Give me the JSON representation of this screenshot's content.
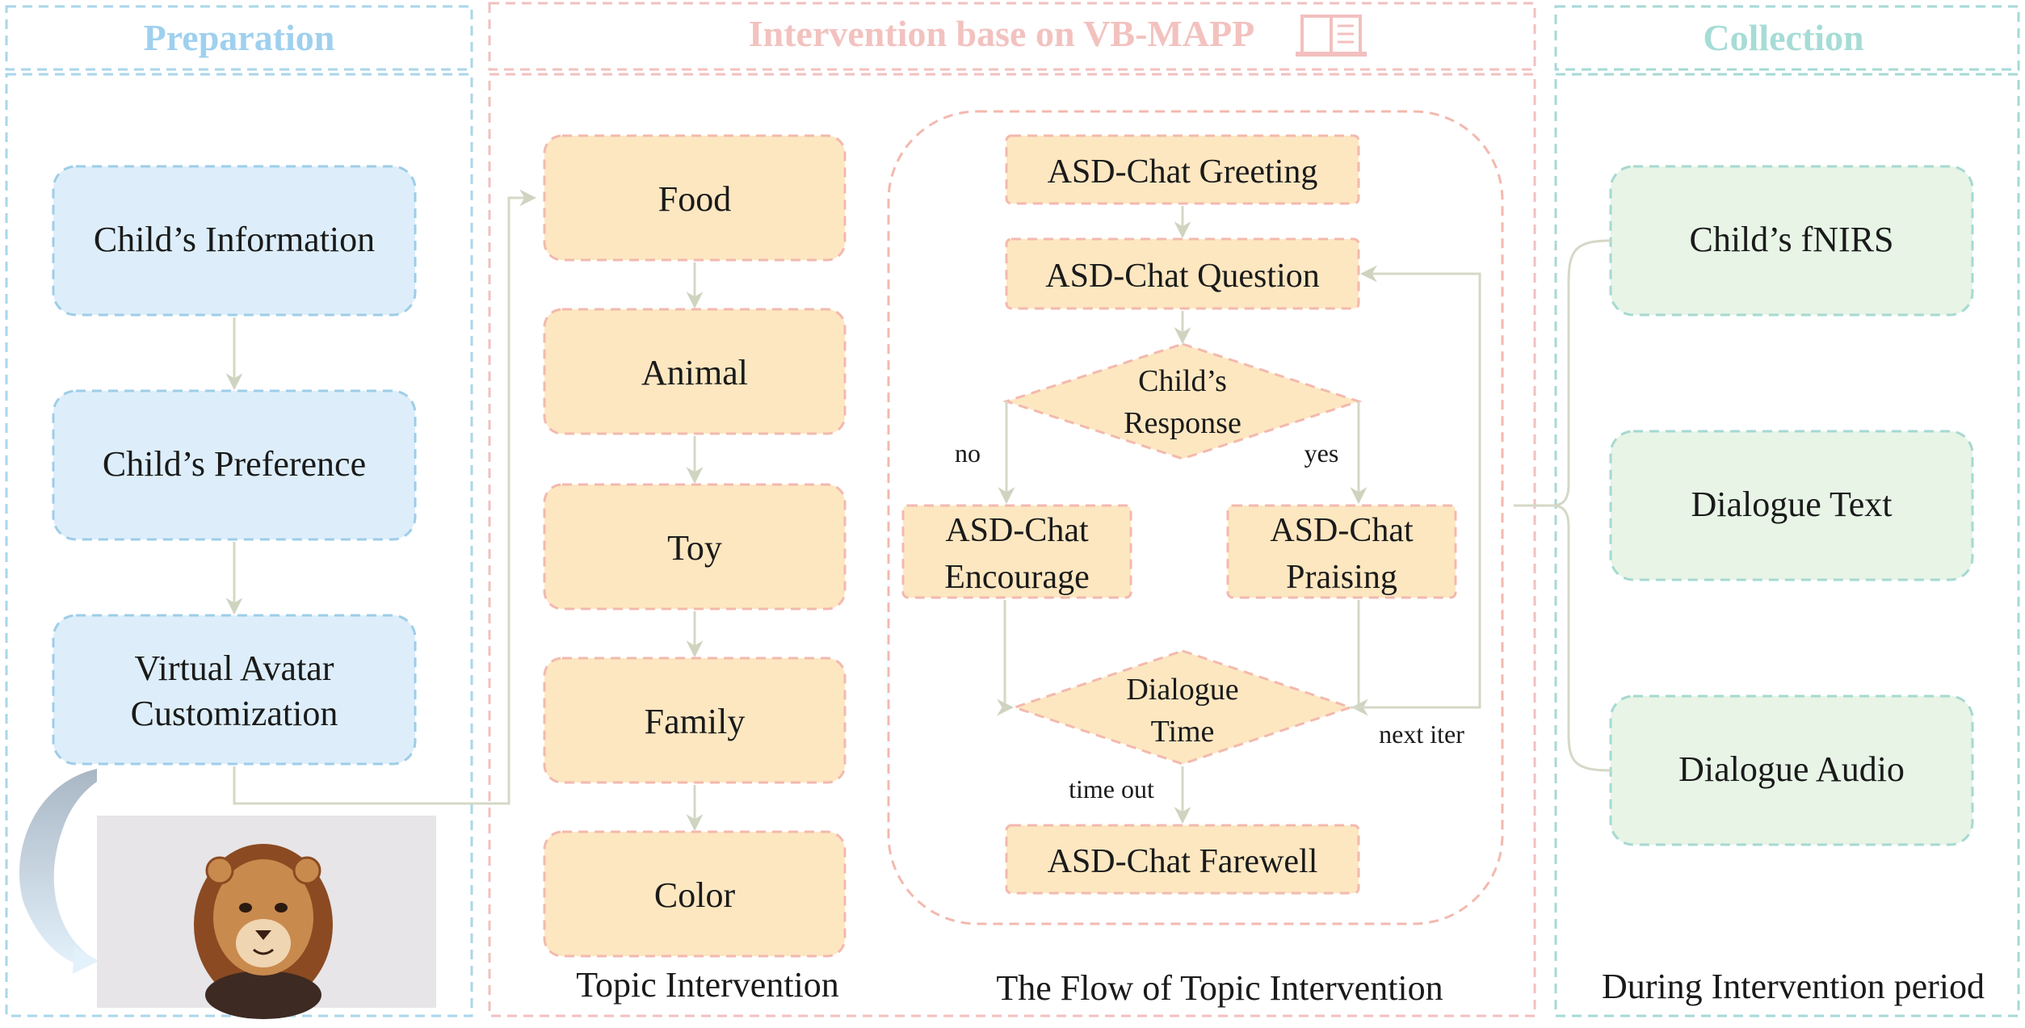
{
  "panels": {
    "preparation": {
      "title": "Preparation",
      "title_color": "#9fd0ee",
      "border_color": "#a9d6ea",
      "box_fill": "#ddeefa",
      "box_border": "#9ecde8",
      "items": [
        "Child’s Information",
        "Child’s Preference",
        "Virtual Avatar|Customization"
      ],
      "avatar_icon": "lion-avatar"
    },
    "intervention": {
      "title": "Intervention base on VB-MAPP",
      "title_color": "#f2c2bf",
      "border_color": "#f2c0bf",
      "book_icon": "book-icon",
      "topics": [
        "Food",
        "Animal",
        "Toy",
        "Family",
        "Color"
      ],
      "topic_caption": "Topic Intervention",
      "flow_caption": "The Flow of Topic Intervention",
      "box_fill": "#fde7c1",
      "box_border": "#f3b9ae",
      "flow": {
        "greeting": "ASD-Chat Greeting",
        "question": "ASD-Chat Question",
        "response": "Child’s|Response",
        "no_label": "no",
        "yes_label": "yes",
        "encourage": "ASD-Chat|Encourage",
        "praising": "ASD-Chat|Praising",
        "dialogue_time": "Dialogue|Time",
        "next_iter": "next iter",
        "time_out": "time out",
        "farewell": "ASD-Chat Farewell"
      }
    },
    "collection": {
      "title": "Collection",
      "title_color": "#a7dcd6",
      "border_color": "#a6d9d6",
      "box_fill": "#e7f4e6",
      "box_border": "#a6d9d1",
      "items": [
        "Child’s fNIRS",
        "Dialogue Text",
        "Dialogue Audio"
      ],
      "caption": "During Intervention period"
    }
  },
  "arrow_color": "#d4d8c6"
}
